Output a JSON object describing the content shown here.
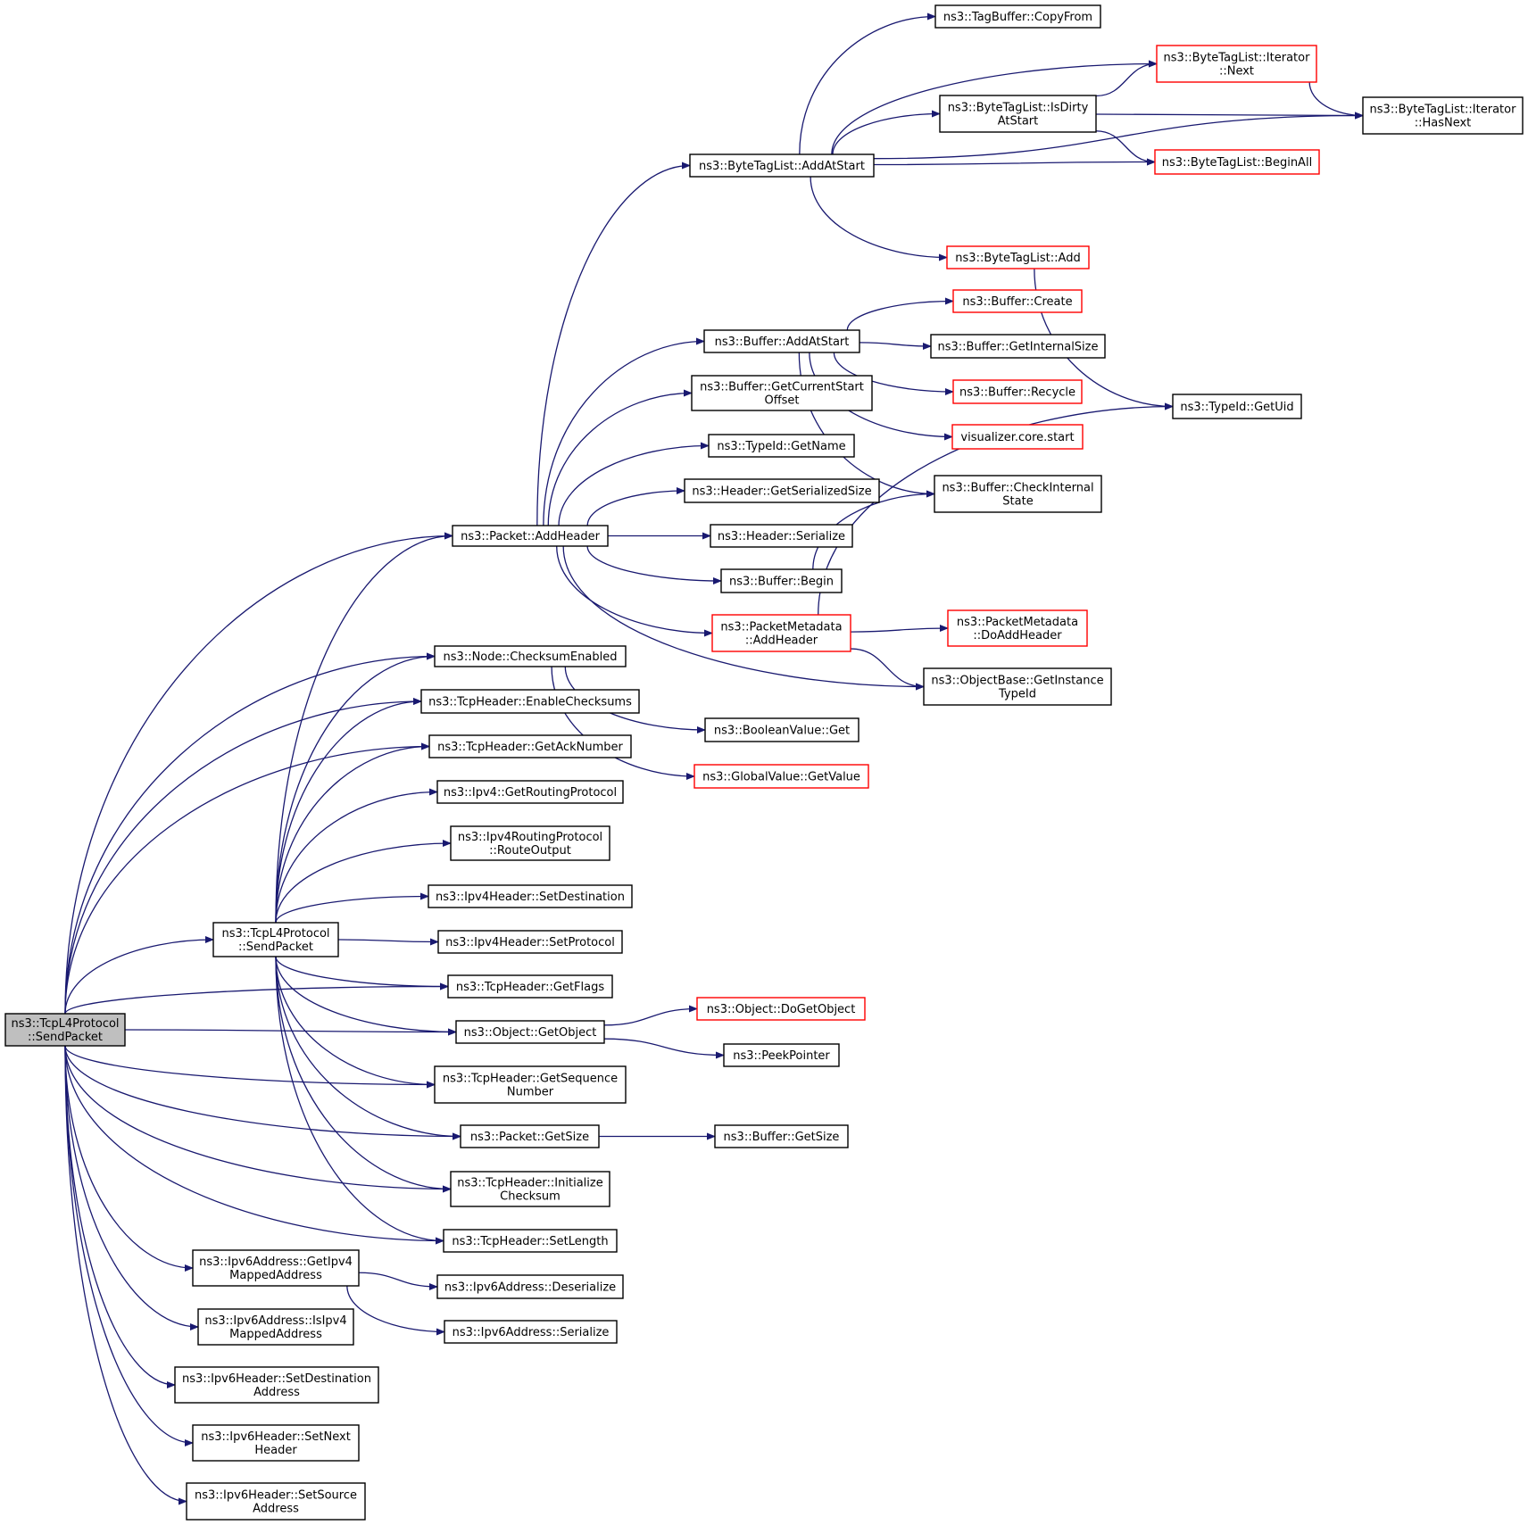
{
  "colors": {
    "edge": "#191970",
    "box_stroke": "#000000",
    "box_stroke_truncated": "#ff0000",
    "box_fill": "#ffffff",
    "root_fill": "#bfbfbf"
  },
  "nodes": [
    {
      "id": "root",
      "lines": [
        "ns3::TcpL4Protocol",
        "::SendPacket"
      ],
      "truncated": false,
      "root": true
    },
    {
      "id": "tcp_sendpacket2",
      "lines": [
        "ns3::TcpL4Protocol",
        "::SendPacket"
      ],
      "truncated": false
    },
    {
      "id": "packet_addheader",
      "lines": [
        "ns3::Packet::AddHeader"
      ],
      "truncated": false
    },
    {
      "id": "node_checksumenabled",
      "lines": [
        "ns3::Node::ChecksumEnabled"
      ],
      "truncated": false
    },
    {
      "id": "tcph_enablechecksums",
      "lines": [
        "ns3::TcpHeader::EnableChecksums"
      ],
      "truncated": false
    },
    {
      "id": "tcph_getacknumber",
      "lines": [
        "ns3::TcpHeader::GetAckNumber"
      ],
      "truncated": false
    },
    {
      "id": "ipv4_getroutingprotocol",
      "lines": [
        "ns3::Ipv4::GetRoutingProtocol"
      ],
      "truncated": false
    },
    {
      "id": "ipv4rp_routeoutput",
      "lines": [
        "ns3::Ipv4RoutingProtocol",
        "::RouteOutput"
      ],
      "truncated": false
    },
    {
      "id": "ipv4h_setdestination",
      "lines": [
        "ns3::Ipv4Header::SetDestination"
      ],
      "truncated": false
    },
    {
      "id": "ipv4h_setprotocol",
      "lines": [
        "ns3::Ipv4Header::SetProtocol"
      ],
      "truncated": false
    },
    {
      "id": "tcph_getflags",
      "lines": [
        "ns3::TcpHeader::GetFlags"
      ],
      "truncated": false
    },
    {
      "id": "object_getobject",
      "lines": [
        "ns3::Object::GetObject"
      ],
      "truncated": false
    },
    {
      "id": "tcph_getsequencenumber",
      "lines": [
        "ns3::TcpHeader::GetSequence",
        "Number"
      ],
      "truncated": false
    },
    {
      "id": "packet_getsize",
      "lines": [
        "ns3::Packet::GetSize"
      ],
      "truncated": false
    },
    {
      "id": "tcph_initializechecksum",
      "lines": [
        "ns3::TcpHeader::Initialize",
        "Checksum"
      ],
      "truncated": false
    },
    {
      "id": "tcph_setlength",
      "lines": [
        "ns3::TcpHeader::SetLength"
      ],
      "truncated": false
    },
    {
      "id": "ipv6addr_getipv4mapped",
      "lines": [
        "ns3::Ipv6Address::GetIpv4",
        "MappedAddress"
      ],
      "truncated": false
    },
    {
      "id": "ipv6addr_isipv4mapped",
      "lines": [
        "ns3::Ipv6Address::IsIpv4",
        "MappedAddress"
      ],
      "truncated": false
    },
    {
      "id": "ipv6h_setdestination",
      "lines": [
        "ns3::Ipv6Header::SetDestination",
        "Address"
      ],
      "truncated": false
    },
    {
      "id": "ipv6h_setnextheader",
      "lines": [
        "ns3::Ipv6Header::SetNext",
        "Header"
      ],
      "truncated": false
    },
    {
      "id": "ipv6h_setsource",
      "lines": [
        "ns3::Ipv6Header::SetSource",
        "Address"
      ],
      "truncated": false
    },
    {
      "id": "ipv6addr_deserialize",
      "lines": [
        "ns3::Ipv6Address::Deserialize"
      ],
      "truncated": false
    },
    {
      "id": "ipv6addr_serialize",
      "lines": [
        "ns3::Ipv6Address::Serialize"
      ],
      "truncated": false
    },
    {
      "id": "bytetaglist_addatstart",
      "lines": [
        "ns3::ByteTagList::AddAtStart"
      ],
      "truncated": false
    },
    {
      "id": "buffer_addatstart",
      "lines": [
        "ns3::Buffer::AddAtStart"
      ],
      "truncated": false
    },
    {
      "id": "buffer_getcurrentstartoffset",
      "lines": [
        "ns3::Buffer::GetCurrentStart",
        "Offset"
      ],
      "truncated": false
    },
    {
      "id": "typeid_getname",
      "lines": [
        "ns3::TypeId::GetName"
      ],
      "truncated": false
    },
    {
      "id": "header_getserializedsize",
      "lines": [
        "ns3::Header::GetSerializedSize"
      ],
      "truncated": false
    },
    {
      "id": "header_serialize",
      "lines": [
        "ns3::Header::Serialize"
      ],
      "truncated": false
    },
    {
      "id": "buffer_begin",
      "lines": [
        "ns3::Buffer::Begin"
      ],
      "truncated": false
    },
    {
      "id": "packetmetadata_addheader",
      "lines": [
        "ns3::PacketMetadata",
        "::AddHeader"
      ],
      "truncated": true
    },
    {
      "id": "booleanvalue_get",
      "lines": [
        "ns3::BooleanValue::Get"
      ],
      "truncated": false
    },
    {
      "id": "globalvalue_getvalue",
      "lines": [
        "ns3::GlobalValue::GetValue"
      ],
      "truncated": true
    },
    {
      "id": "object_dogetobject",
      "lines": [
        "ns3::Object::DoGetObject"
      ],
      "truncated": true
    },
    {
      "id": "peekpointer",
      "lines": [
        "ns3::PeekPointer"
      ],
      "truncated": false
    },
    {
      "id": "buffer_getsize",
      "lines": [
        "ns3::Buffer::GetSize"
      ],
      "truncated": false
    },
    {
      "id": "tagbuffer_copyfrom",
      "lines": [
        "ns3::TagBuffer::CopyFrom"
      ],
      "truncated": false
    },
    {
      "id": "bytetaglist_isdirtyatstart",
      "lines": [
        "ns3::ByteTagList::IsDirty",
        "AtStart"
      ],
      "truncated": false
    },
    {
      "id": "bytetaglist_add",
      "lines": [
        "ns3::ByteTagList::Add"
      ],
      "truncated": true
    },
    {
      "id": "buffer_create",
      "lines": [
        "ns3::Buffer::Create"
      ],
      "truncated": true
    },
    {
      "id": "buffer_getinternalsize",
      "lines": [
        "ns3::Buffer::GetInternalSize"
      ],
      "truncated": false
    },
    {
      "id": "buffer_recycle",
      "lines": [
        "ns3::Buffer::Recycle"
      ],
      "truncated": true
    },
    {
      "id": "visualizer_core_start",
      "lines": [
        "visualizer.core.start"
      ],
      "truncated": true
    },
    {
      "id": "buffer_checkinternalstate",
      "lines": [
        "ns3::Buffer::CheckInternal",
        "State"
      ],
      "truncated": false
    },
    {
      "id": "packetmetadata_doaddheader",
      "lines": [
        "ns3::PacketMetadata",
        "::DoAddHeader"
      ],
      "truncated": true
    },
    {
      "id": "objectbase_getinstancetypeid",
      "lines": [
        "ns3::ObjectBase::GetInstance",
        "TypeId"
      ],
      "truncated": false
    },
    {
      "id": "bytetaglist_iterator_next",
      "lines": [
        "ns3::ByteTagList::Iterator",
        "::Next"
      ],
      "truncated": true
    },
    {
      "id": "bytetaglist_beginall",
      "lines": [
        "ns3::ByteTagList::BeginAll"
      ],
      "truncated": true
    },
    {
      "id": "bytetaglist_iterator_hasnext",
      "lines": [
        "ns3::ByteTagList::Iterator",
        "::HasNext"
      ],
      "truncated": false
    },
    {
      "id": "typeid_getuid",
      "lines": [
        "ns3::TypeId::GetUid"
      ],
      "truncated": false
    }
  ],
  "edges": [
    [
      "root",
      "packet_addheader"
    ],
    [
      "root",
      "node_checksumenabled"
    ],
    [
      "root",
      "tcph_enablechecksums"
    ],
    [
      "root",
      "tcph_getacknumber"
    ],
    [
      "root",
      "tcp_sendpacket2"
    ],
    [
      "root",
      "tcph_getflags"
    ],
    [
      "root",
      "object_getobject"
    ],
    [
      "root",
      "tcph_getsequencenumber"
    ],
    [
      "root",
      "packet_getsize"
    ],
    [
      "root",
      "tcph_initializechecksum"
    ],
    [
      "root",
      "tcph_setlength"
    ],
    [
      "root",
      "ipv6addr_getipv4mapped"
    ],
    [
      "root",
      "ipv6addr_isipv4mapped"
    ],
    [
      "root",
      "ipv6h_setdestination"
    ],
    [
      "root",
      "ipv6h_setnextheader"
    ],
    [
      "root",
      "ipv6h_setsource"
    ],
    [
      "tcp_sendpacket2",
      "packet_addheader"
    ],
    [
      "tcp_sendpacket2",
      "node_checksumenabled"
    ],
    [
      "tcp_sendpacket2",
      "tcph_enablechecksums"
    ],
    [
      "tcp_sendpacket2",
      "tcph_getacknumber"
    ],
    [
      "tcp_sendpacket2",
      "ipv4_getroutingprotocol"
    ],
    [
      "tcp_sendpacket2",
      "ipv4rp_routeoutput"
    ],
    [
      "tcp_sendpacket2",
      "ipv4h_setdestination"
    ],
    [
      "tcp_sendpacket2",
      "ipv4h_setprotocol"
    ],
    [
      "tcp_sendpacket2",
      "tcph_getflags"
    ],
    [
      "tcp_sendpacket2",
      "object_getobject"
    ],
    [
      "tcp_sendpacket2",
      "tcph_getsequencenumber"
    ],
    [
      "tcp_sendpacket2",
      "packet_getsize"
    ],
    [
      "tcp_sendpacket2",
      "tcph_initializechecksum"
    ],
    [
      "tcp_sendpacket2",
      "tcph_setlength"
    ],
    [
      "packet_addheader",
      "bytetaglist_addatstart"
    ],
    [
      "packet_addheader",
      "buffer_addatstart"
    ],
    [
      "packet_addheader",
      "buffer_getcurrentstartoffset"
    ],
    [
      "packet_addheader",
      "typeid_getname"
    ],
    [
      "packet_addheader",
      "header_getserializedsize"
    ],
    [
      "packet_addheader",
      "header_serialize"
    ],
    [
      "packet_addheader",
      "buffer_begin"
    ],
    [
      "packet_addheader",
      "packetmetadata_addheader"
    ],
    [
      "packet_addheader",
      "objectbase_getinstancetypeid"
    ],
    [
      "node_checksumenabled",
      "booleanvalue_get"
    ],
    [
      "node_checksumenabled",
      "globalvalue_getvalue"
    ],
    [
      "object_getobject",
      "object_dogetobject"
    ],
    [
      "object_getobject",
      "peekpointer"
    ],
    [
      "packet_getsize",
      "buffer_getsize"
    ],
    [
      "ipv6addr_getipv4mapped",
      "ipv6addr_deserialize"
    ],
    [
      "ipv6addr_getipv4mapped",
      "ipv6addr_serialize"
    ],
    [
      "bytetaglist_addatstart",
      "tagbuffer_copyfrom"
    ],
    [
      "bytetaglist_addatstart",
      "bytetaglist_iterator_next"
    ],
    [
      "bytetaglist_addatstart",
      "bytetaglist_isdirtyatstart"
    ],
    [
      "bytetaglist_addatstart",
      "bytetaglist_beginall"
    ],
    [
      "bytetaglist_addatstart",
      "bytetaglist_iterator_hasnext"
    ],
    [
      "bytetaglist_addatstart",
      "bytetaglist_add"
    ],
    [
      "bytetaglist_isdirtyatstart",
      "bytetaglist_iterator_next"
    ],
    [
      "bytetaglist_isdirtyatstart",
      "bytetaglist_iterator_hasnext"
    ],
    [
      "bytetaglist_isdirtyatstart",
      "bytetaglist_beginall"
    ],
    [
      "bytetaglist_iterator_next",
      "bytetaglist_iterator_hasnext"
    ],
    [
      "bytetaglist_add",
      "typeid_getuid"
    ],
    [
      "buffer_addatstart",
      "buffer_create"
    ],
    [
      "buffer_addatstart",
      "buffer_getinternalsize"
    ],
    [
      "buffer_addatstart",
      "buffer_recycle"
    ],
    [
      "buffer_addatstart",
      "visualizer_core_start"
    ],
    [
      "buffer_addatstart",
      "buffer_checkinternalstate"
    ],
    [
      "buffer_begin",
      "buffer_checkinternalstate"
    ],
    [
      "packetmetadata_addheader",
      "packetmetadata_doaddheader"
    ],
    [
      "packetmetadata_addheader",
      "objectbase_getinstancetypeid"
    ],
    [
      "packetmetadata_addheader",
      "typeid_getuid"
    ]
  ]
}
